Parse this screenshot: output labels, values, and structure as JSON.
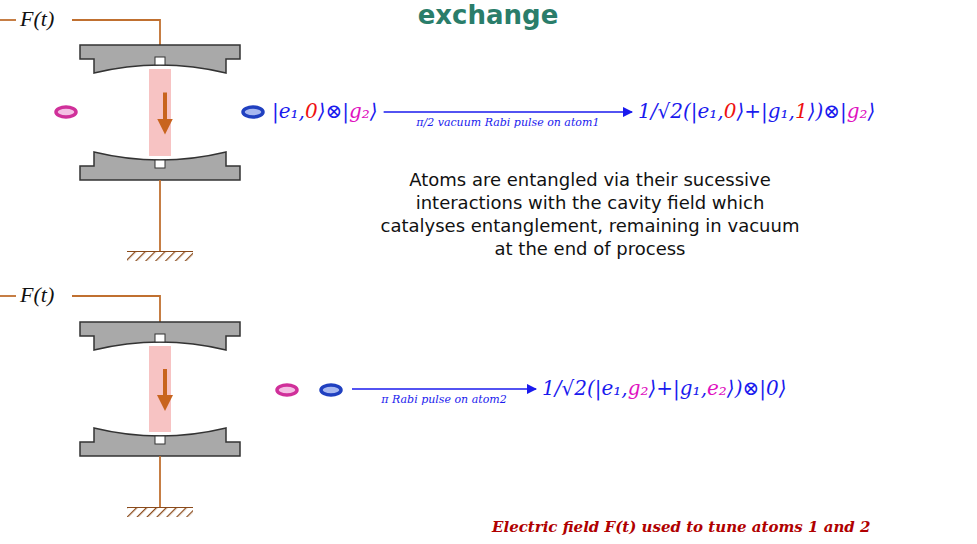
{
  "diagram": {
    "title": "exchange",
    "caption": "Electric field F(t) used to tune atoms 1 and 2",
    "labels": [
      "F(t)",
      "|e₁,0⟩⊗|g₂⟩",
      "π/2 vacuum Rabi pulse on atom1",
      "1/√2(|e₁,0⟩+|g₁,1⟩)⊗|g₂⟩",
      "Atoms are entangled via their sucessive interactions with the cavity field which catalyses entanglement, remaining in vacuum at the end of process",
      "F(t)",
      "π Rabi pulse on atom2",
      "1/√2(|e₁,g₂⟩+|g₁,e₂⟩)⊗|0⟩"
    ]
  }
}
